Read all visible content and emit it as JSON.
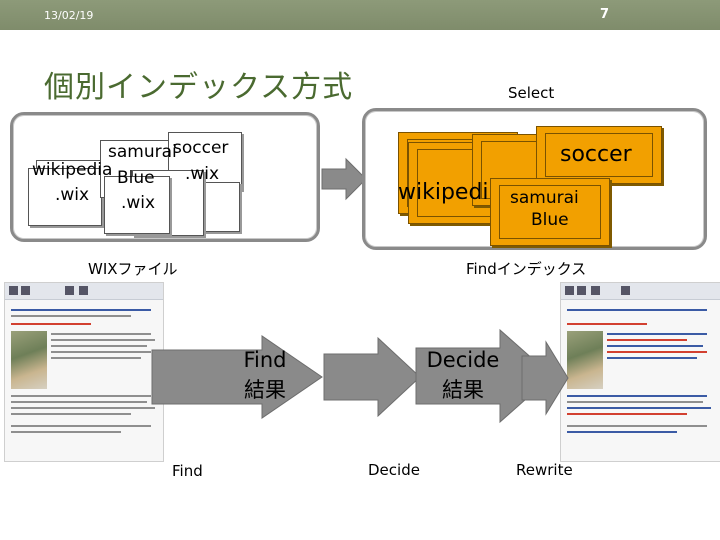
{
  "header": {
    "date": "13/02/19",
    "slide_number": "7"
  },
  "title": "個別インデックス方式",
  "select_label": "Select",
  "left_panel": {
    "words": {
      "samurai": "samurai",
      "soccer": "soccer",
      "wikipedia": "wikipedia",
      "blue": "Blue",
      "wix1": ".wix",
      "wix2": ".wix",
      "wix3": ".wix"
    },
    "caption": "WIXファイル"
  },
  "right_panel": {
    "words": {
      "soccer": "soccer",
      "wikipedia": "wikipedi",
      "samurai": "samurai",
      "blue": "Blue"
    },
    "caption": "Findインデックス"
  },
  "steps": {
    "find_result": [
      "Find",
      "結果"
    ],
    "decide_result": [
      "Decide",
      "結果"
    ],
    "find": "Find",
    "decide": "Decide",
    "rewrite": "Rewrite"
  },
  "colors": {
    "header_bar": "#8d9a79",
    "title": "#4a6a30",
    "index_page": "#f2a000",
    "arrow": "#8a8a8a"
  }
}
